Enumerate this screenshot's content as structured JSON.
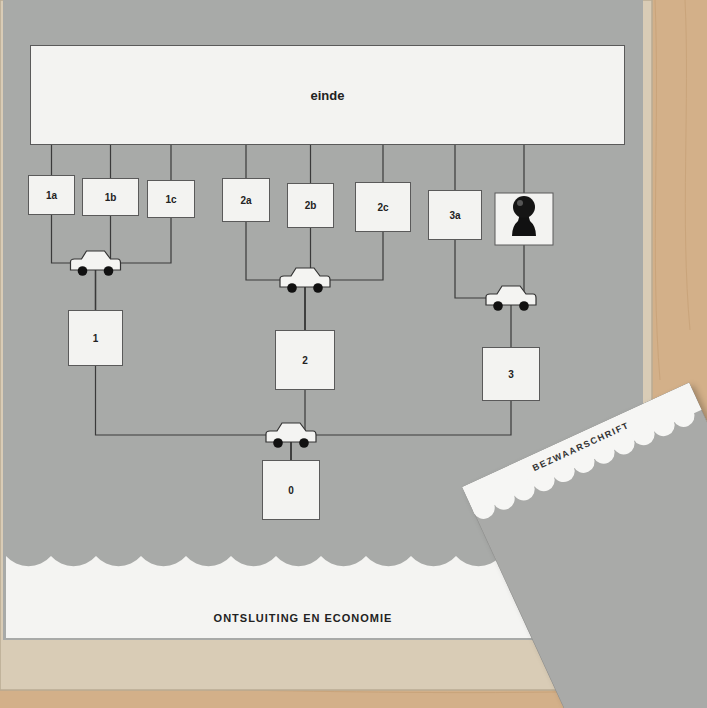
{
  "diagram": {
    "nodes": [
      {
        "text": [
          "einde"
        ]
      },
      {
        "text": [
          "1a"
        ]
      },
      {
        "text": [
          "1b"
        ]
      },
      {
        "text": [
          "1c"
        ]
      },
      {
        "text": [
          "2a"
        ]
      },
      {
        "text": [
          "2b"
        ]
      },
      {
        "text": [
          "2c"
        ]
      },
      {
        "text": [
          "3a"
        ]
      },
      {
        "text": [
          "1"
        ]
      },
      {
        "text": [
          "2"
        ]
      },
      {
        "text": [
          "3"
        ]
      },
      {
        "text": [
          "0"
        ]
      },
      {
        "text": [
          "ONTSLUITING EN ECONOMIE"
        ]
      },
      {
        "text": [
          "BEZWAARSCHRIFT"
        ]
      }
    ],
    "edges": [
      {
        "from": 11,
        "to": 8,
        "arrow": "none"
      },
      {
        "from": 11,
        "to": 9,
        "arrow": "none"
      },
      {
        "from": 11,
        "to": 10,
        "arrow": "none"
      },
      {
        "from": 8,
        "to": 1,
        "arrow": "none"
      },
      {
        "from": 8,
        "to": 2,
        "arrow": "none"
      },
      {
        "from": 8,
        "to": 3,
        "arrow": "none"
      },
      {
        "from": 9,
        "to": 4,
        "arrow": "none"
      },
      {
        "from": 9,
        "to": 5,
        "arrow": "none"
      },
      {
        "from": 9,
        "to": 6,
        "arrow": "none"
      },
      {
        "from": 10,
        "to": 7,
        "arrow": "none"
      },
      {
        "from": 1,
        "to": 0,
        "arrow": "none"
      },
      {
        "from": 2,
        "to": 0,
        "arrow": "none"
      },
      {
        "from": 3,
        "to": 0,
        "arrow": "none"
      },
      {
        "from": 4,
        "to": 0,
        "arrow": "none"
      },
      {
        "from": 5,
        "to": 0,
        "arrow": "none"
      },
      {
        "from": 6,
        "to": 0,
        "arrow": "none"
      },
      {
        "from": 7,
        "to": 0,
        "arrow": "none"
      }
    ]
  }
}
